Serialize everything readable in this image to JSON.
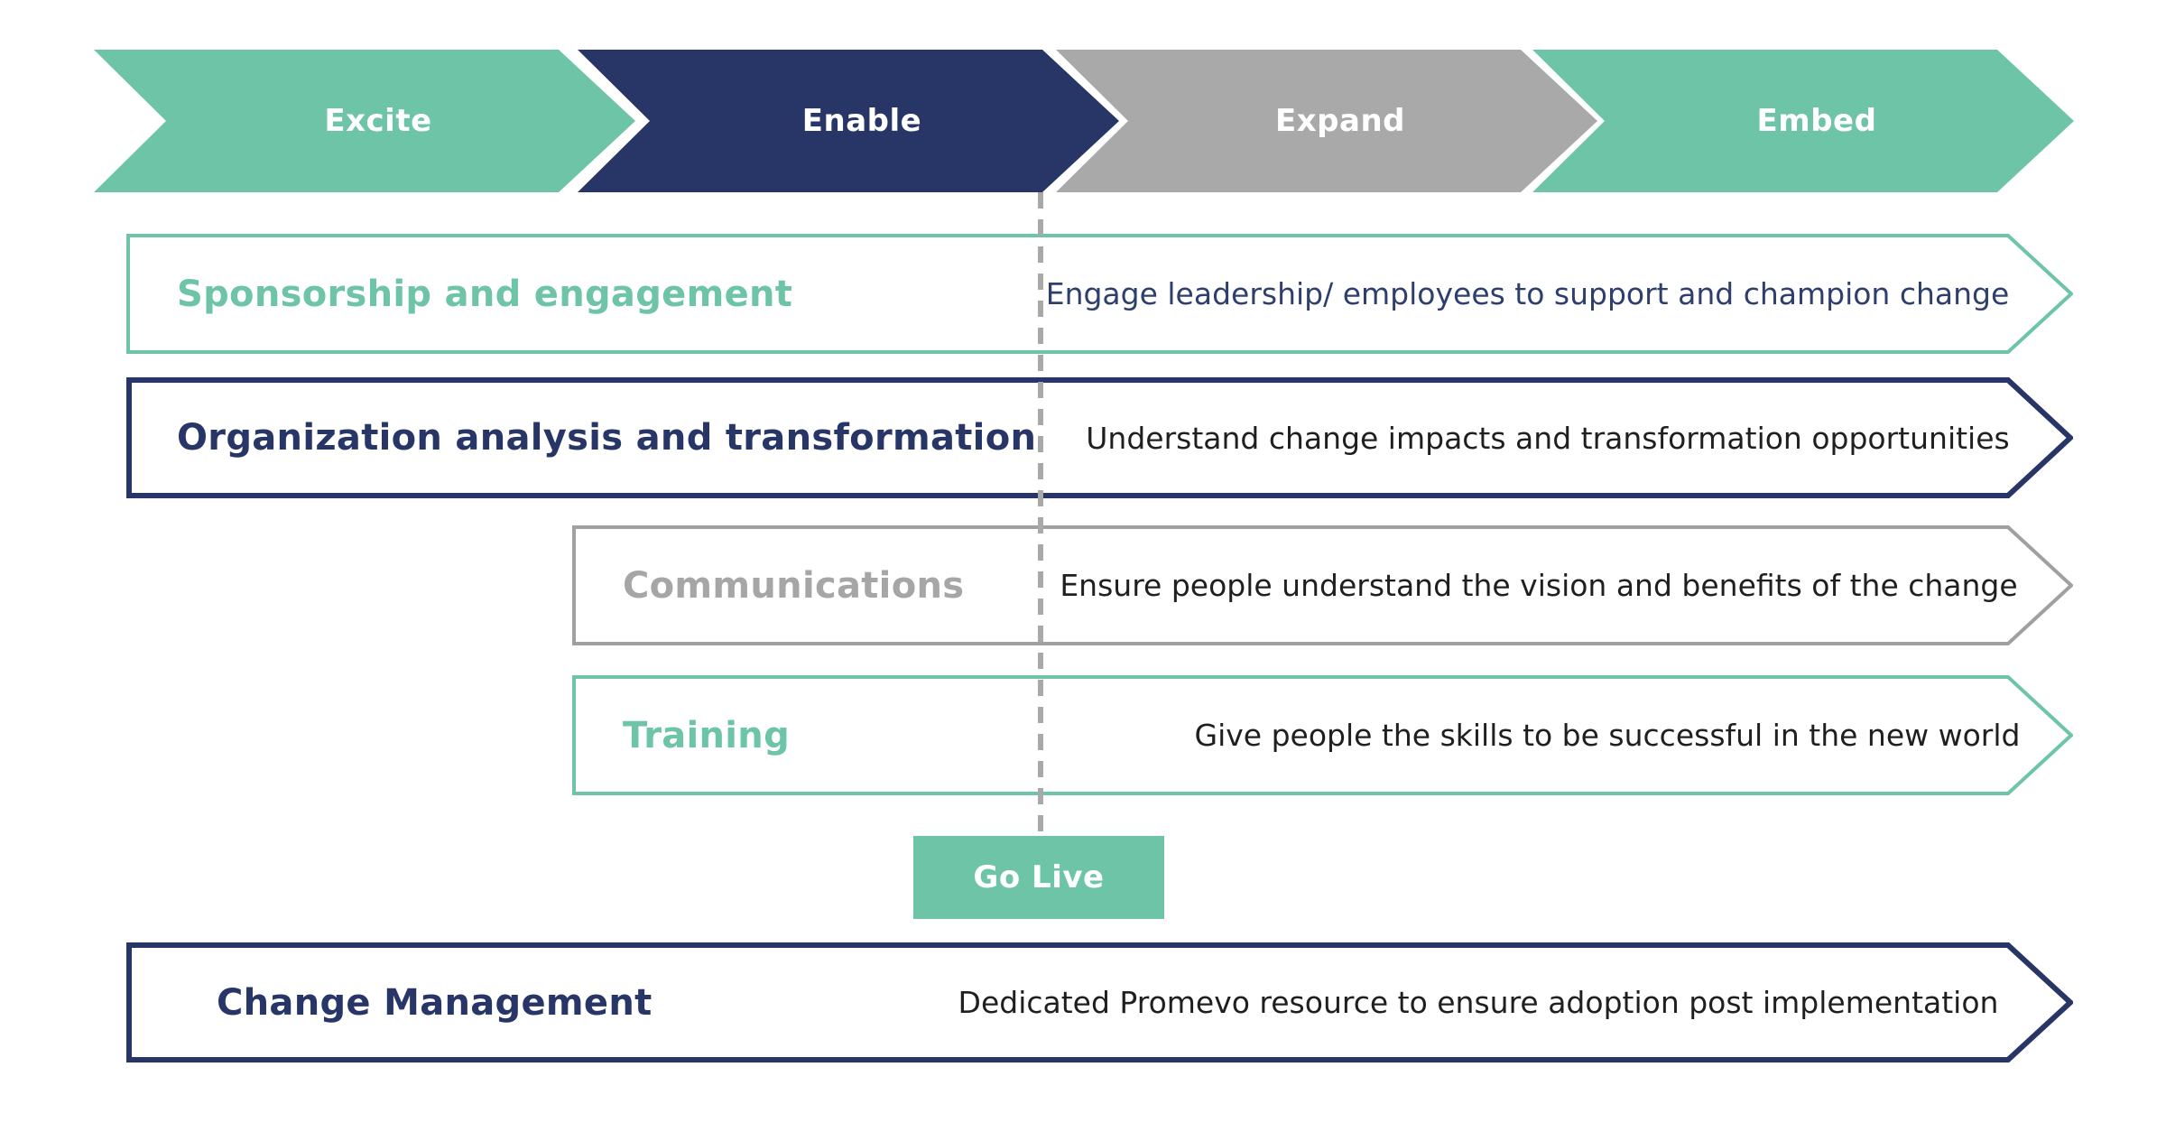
{
  "phases": [
    {
      "label": "Excite",
      "color": "#6EC4A6"
    },
    {
      "label": "Enable",
      "color": "#283667"
    },
    {
      "label": "Expand",
      "color": "#A9A9A9"
    },
    {
      "label": "Embed",
      "color": "#6EC4A6"
    }
  ],
  "workstreams": [
    {
      "label": "Sponsorship and engagement",
      "description": "Engage leadership/ employees to support and champion change",
      "accent": "#6EC4A6",
      "description_color": "#2E3F6E"
    },
    {
      "label": "Organization analysis and transformation",
      "description": "Understand change impacts and transformation opportunities",
      "accent": "#283667",
      "description_color": "#1F1F1F"
    },
    {
      "label": "Communications",
      "description": "Ensure people understand the vision and benefits of the change",
      "accent": "#A6A6A6",
      "description_color": "#1F1F1F"
    },
    {
      "label": "Training",
      "description": "Give people the skills to be successful in the new world",
      "accent": "#6EC4A6",
      "description_color": "#1F1F1F"
    },
    {
      "label": "Change Management",
      "description": "Dedicated Promevo resource to ensure adoption post implementation",
      "accent": "#283667",
      "description_color": "#1F1F1F"
    }
  ],
  "go_live": {
    "label": "Go Live",
    "color": "#6EC4A6"
  },
  "divider_color": "#A9A9A9",
  "background_color": "#FFFFFF"
}
